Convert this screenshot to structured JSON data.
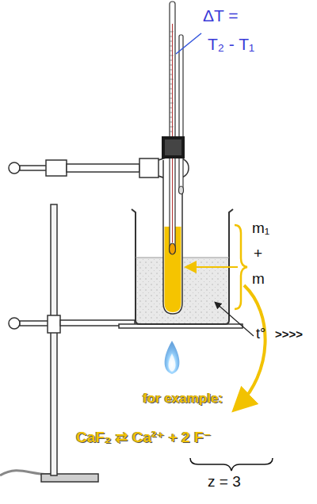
{
  "diagram": {
    "labels": [
      "ΔT =",
      "T₂ - T₁",
      "m₁",
      "+",
      "m",
      "t°",
      ">>>>",
      "for example:",
      "CaF₂ ⇄ Ca²⁺ + 2 F⁻",
      "z = 3"
    ]
  }
}
